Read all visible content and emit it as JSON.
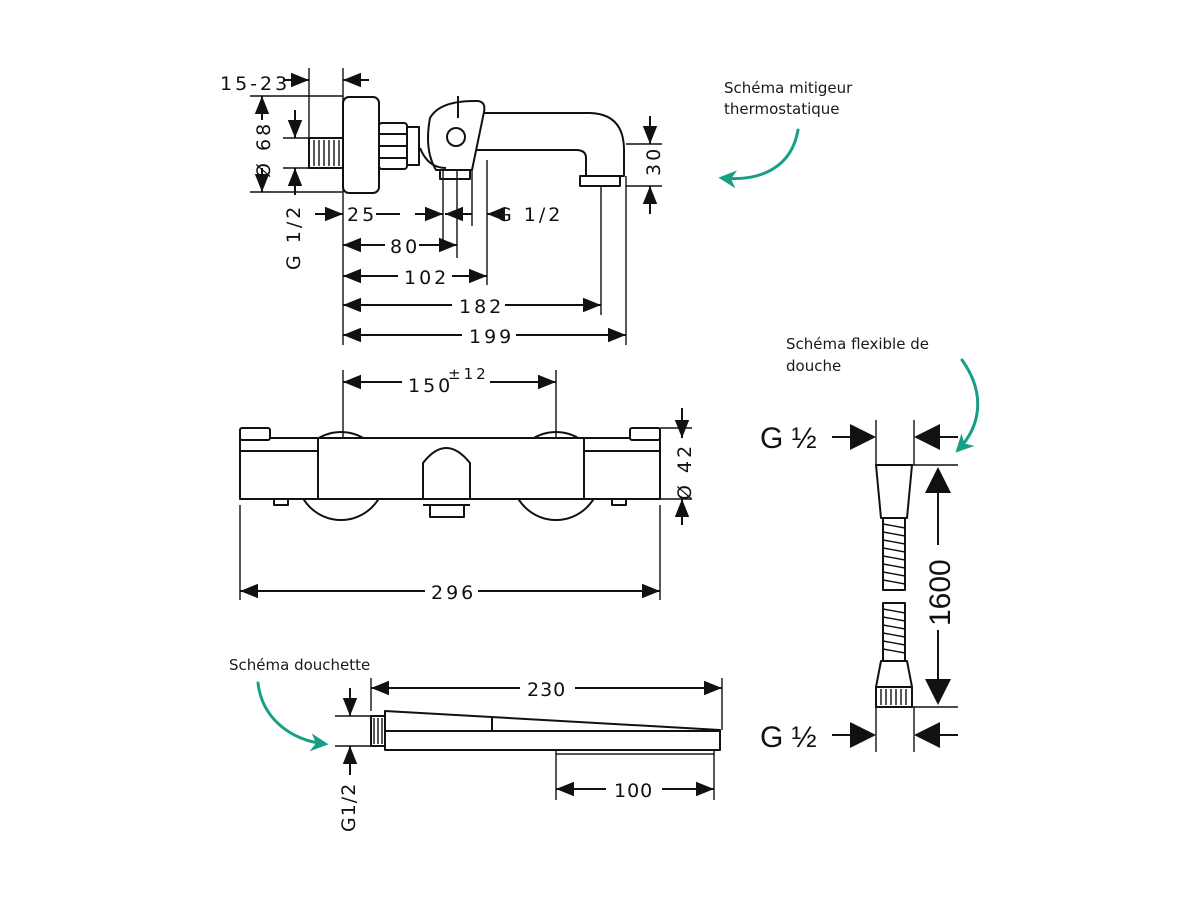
{
  "captions": {
    "mitigeur": [
      "Schéma mitigeur",
      "thermostatique"
    ],
    "flexible": [
      "Schéma flexible de",
      "douche"
    ],
    "douchette": "Schéma douchette"
  },
  "side_view": {
    "d_15_23": "15-23",
    "d_68": "Ø 68",
    "d_g12_left": "G 1/2",
    "d_25": "25",
    "d_g12_mid": "G 1/2",
    "d_80": "80",
    "d_102": "102",
    "d_182": "182",
    "d_199": "199",
    "d_30": "30"
  },
  "front_view": {
    "d_150": "150",
    "d_150_tol": "±12",
    "d_42": "Ø 42",
    "d_296": "296"
  },
  "hose": {
    "top_conn": "G ½",
    "bottom_conn": "G ½",
    "length": "1600"
  },
  "handshower": {
    "length": "230",
    "head": "100",
    "conn": "G1/2"
  },
  "colors": {
    "accent": "#179e86",
    "line": "#111111"
  }
}
